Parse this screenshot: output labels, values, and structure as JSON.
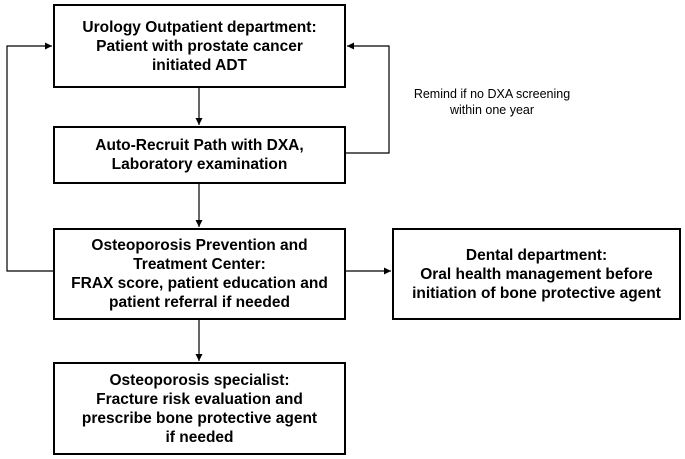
{
  "nodes": {
    "urology": {
      "lines": [
        "Urology Outpatient department:",
        "Patient with prostate cancer",
        "initiated ADT"
      ]
    },
    "recruit": {
      "lines": [
        "Auto-Recruit Path with DXA,",
        "Laboratory examination"
      ]
    },
    "center": {
      "lines": [
        "Osteoporosis Prevention and",
        "Treatment Center:",
        "FRAX score, patient education and",
        "patient referral if needed"
      ]
    },
    "dental": {
      "lines": [
        "Dental department:",
        "Oral health management before",
        "initiation of bone protective agent"
      ]
    },
    "specialist": {
      "lines": [
        "Osteoporosis specialist:",
        "Fracture risk evaluation and",
        "prescribe bone protective agent",
        "if needed"
      ]
    }
  },
  "reminder": {
    "lines": [
      "Remind if no DXA screening",
      "within one year"
    ]
  },
  "colors": {
    "stroke": "#000000",
    "fill": "#ffffff"
  }
}
